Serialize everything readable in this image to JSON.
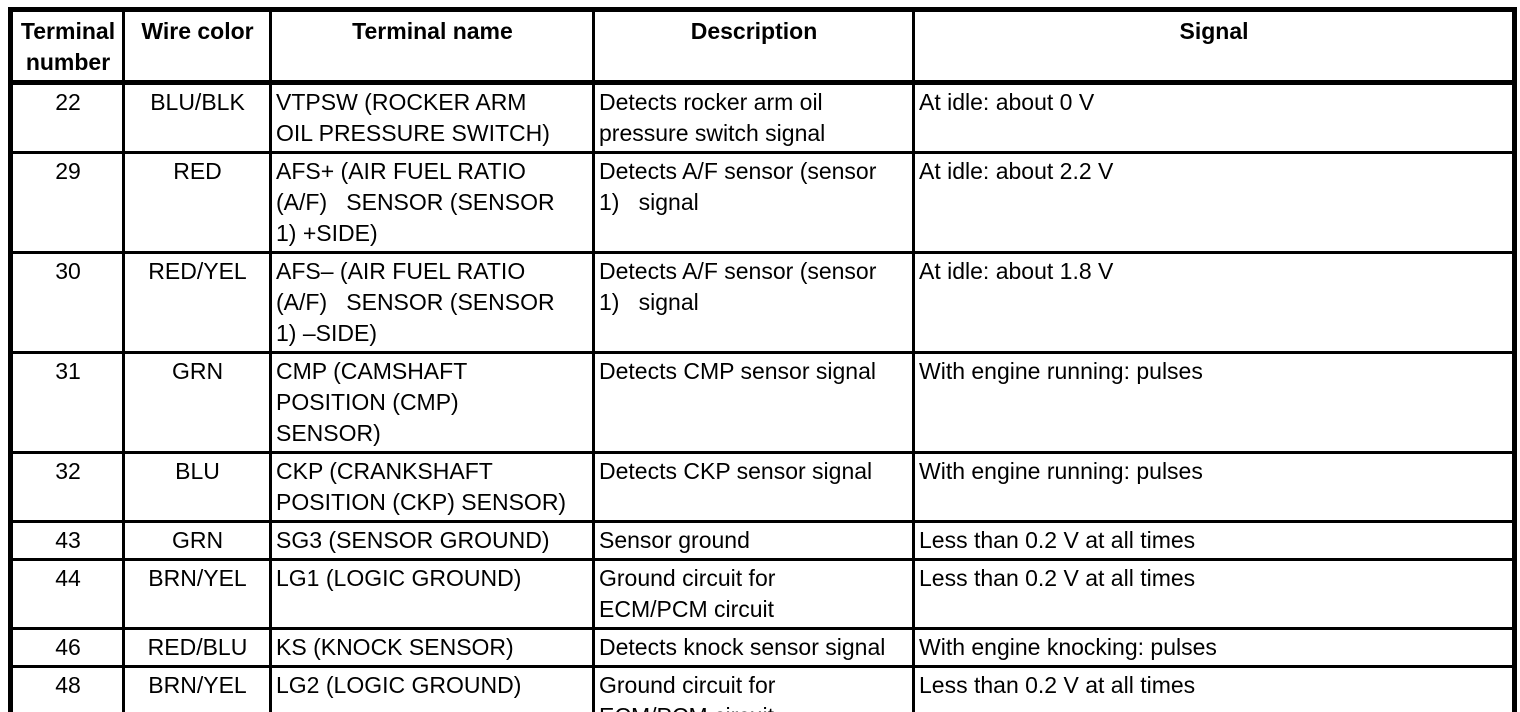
{
  "table": {
    "columns": {
      "terminal_number": "Terminal\nnumber",
      "wire_color": "Wire color",
      "terminal_name": "Terminal name",
      "description": "Description",
      "signal": "Signal"
    },
    "rows": [
      {
        "terminal_number": "22",
        "wire_color": "BLU/BLK",
        "terminal_name": "VTPSW (ROCKER ARM\nOIL PRESSURE SWITCH)",
        "description": "Detects rocker arm oil\npressure switch signal",
        "signal": "At idle: about 0 V"
      },
      {
        "terminal_number": "29",
        "wire_color": "RED",
        "terminal_name": "AFS+ (AIR FUEL RATIO\n(A/F)   SENSOR (SENSOR\n1) +SIDE)",
        "description": "Detects A/F sensor (sensor\n1)   signal",
        "signal": "At idle: about 2.2 V"
      },
      {
        "terminal_number": "30",
        "wire_color": "RED/YEL",
        "terminal_name": "AFS– (AIR FUEL RATIO\n(A/F)   SENSOR (SENSOR\n1) –SIDE)",
        "description": "Detects A/F sensor (sensor\n1)   signal",
        "signal": "At idle: about 1.8 V"
      },
      {
        "terminal_number": "31",
        "wire_color": "GRN",
        "terminal_name": "CMP (CAMSHAFT\nPOSITION (CMP)\nSENSOR)",
        "description": "Detects CMP sensor signal",
        "signal": "With engine running: pulses"
      },
      {
        "terminal_number": "32",
        "wire_color": "BLU",
        "terminal_name": "CKP (CRANKSHAFT\nPOSITION (CKP) SENSOR)",
        "description": "Detects CKP sensor signal",
        "signal": "With engine running: pulses"
      },
      {
        "terminal_number": "43",
        "wire_color": "GRN",
        "terminal_name": "SG3 (SENSOR GROUND)",
        "description": "Sensor ground",
        "signal": "Less than 0.2 V at all times"
      },
      {
        "terminal_number": "44",
        "wire_color": "BRN/YEL",
        "terminal_name": "LG1 (LOGIC GROUND)",
        "description": "Ground circuit for\nECM/PCM circuit",
        "signal": "Less than 0.2 V at all times"
      },
      {
        "terminal_number": "46",
        "wire_color": "RED/BLU",
        "terminal_name": "KS (KNOCK SENSOR)",
        "description": "Detects knock sensor signal",
        "signal": "With engine knocking: pulses"
      },
      {
        "terminal_number": "48",
        "wire_color": "BRN/YEL",
        "terminal_name": "LG2 (LOGIC GROUND)",
        "description": "Ground circuit for\nECM/PCM circuit",
        "signal": "Less than 0.2 V at all times"
      }
    ],
    "colors": {
      "text": "#000000",
      "border": "#000000",
      "background": "#ffffff"
    }
  }
}
